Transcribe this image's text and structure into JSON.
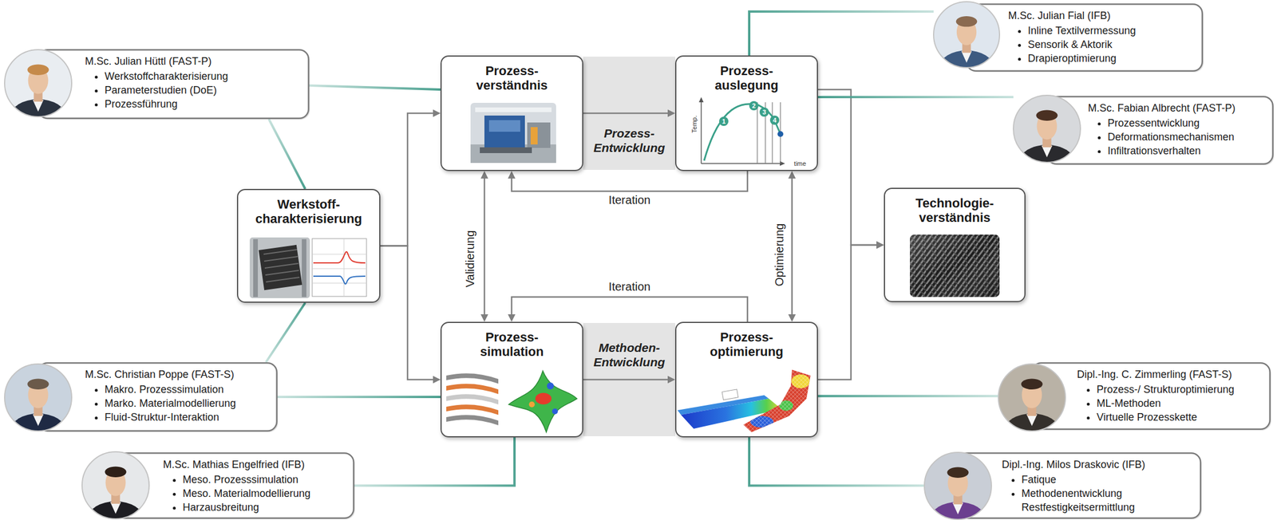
{
  "diagram": {
    "nodes": [
      {
        "text": [
          "M.Sc. Julian Hüttl (FAST-P)",
          "Werkstoffcharakterisierung",
          "Parameterstudien (DoE)",
          "Prozessführung"
        ]
      },
      {
        "text": [
          "M.Sc. Julian Fial (IFB)",
          "Inline Textilvermessung",
          "Sensorik & Aktorik",
          "Drapieroptimierung"
        ]
      },
      {
        "text": [
          "M.Sc. Fabian Albrecht (FAST-P)",
          "Prozessentwicklung",
          "Deformationsmechanismen",
          "Infiltrationsverhalten"
        ]
      },
      {
        "text": [
          "Werkstoff- charakterisierung"
        ]
      },
      {
        "text": [
          "Prozess- verständnis"
        ]
      },
      {
        "text": [
          "Prozess- Entwicklung"
        ]
      },
      {
        "text": [
          "Prozess- auslegung"
        ]
      },
      {
        "text": [
          "Technologie- verständnis"
        ]
      },
      {
        "text": [
          "Prozess- simulation"
        ]
      },
      {
        "text": [
          "Methoden- Entwicklung"
        ]
      },
      {
        "text": [
          "Prozess- optimierung"
        ]
      },
      {
        "text": [
          "M.Sc. Christian Poppe (FAST-S)",
          "Makro. Prozesssimulation",
          "Marko. Materialmodellierung",
          "Fluid-Struktur-Interaktion"
        ]
      },
      {
        "text": [
          "Dipl.-Ing. C. Zimmerling (FAST-S)",
          "Prozess-/ Strukturoptimierung",
          "ML-Methoden",
          "Virtuelle Prozesskette"
        ]
      },
      {
        "text": [
          "M.Sc. Mathias Engelfried (IFB)",
          "Meso. Prozesssimulation",
          "Meso. Materialmodellierung",
          "Harzausbreitung"
        ]
      },
      {
        "text": [
          "Dipl.-Ing. Milos Draskovic (IFB)",
          "Fatique",
          "Methodenentwicklung Restfestigkeitsermittlung"
        ]
      }
    ],
    "edges": [
      {
        "from": 3,
        "to": 4,
        "arrow": "to"
      },
      {
        "from": 3,
        "to": 8,
        "arrow": "to"
      },
      {
        "from": 4,
        "to": 6,
        "arrow": "to"
      },
      {
        "from": 6,
        "to": 4,
        "label": "Iteration",
        "arrow": "to"
      },
      {
        "from": 4,
        "to": 8,
        "label": "Validierung",
        "arrow": "both"
      },
      {
        "from": 6,
        "to": 10,
        "label": "Optimierung",
        "arrow": "both"
      },
      {
        "from": 10,
        "to": 8,
        "label": "Iteration",
        "arrow": "to"
      },
      {
        "from": 8,
        "to": 10,
        "arrow": "to"
      },
      {
        "from": 6,
        "to": 7,
        "arrow": "to"
      },
      {
        "from": 10,
        "to": 7,
        "arrow": "to"
      },
      {
        "from": 0,
        "to": 4,
        "arrow": "none"
      },
      {
        "from": 0,
        "to": 3,
        "arrow": "none"
      },
      {
        "from": 11,
        "to": 3,
        "arrow": "none"
      },
      {
        "from": 11,
        "to": 8,
        "arrow": "none"
      },
      {
        "from": 13,
        "to": 8,
        "arrow": "none"
      },
      {
        "from": 1,
        "to": 6,
        "arrow": "none"
      },
      {
        "from": 2,
        "to": 6,
        "arrow": "none"
      },
      {
        "from": 12,
        "to": 10,
        "arrow": "none"
      },
      {
        "from": 14,
        "to": 10,
        "arrow": "none"
      }
    ],
    "labels": [
      "Temp.",
      "time",
      "1",
      "2",
      "3",
      "4"
    ]
  }
}
